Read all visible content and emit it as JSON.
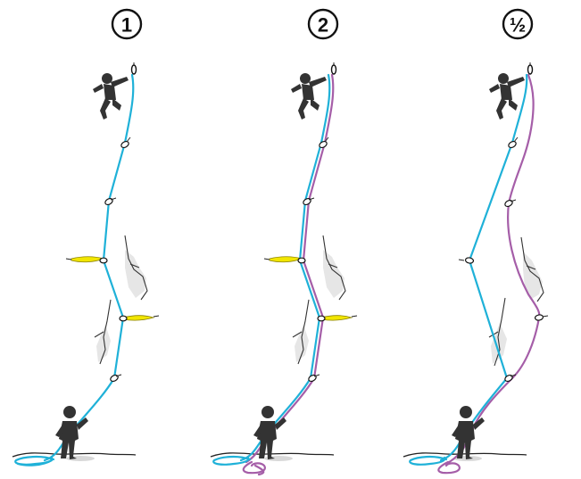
{
  "panels": [
    {
      "label": "1",
      "color_a": "#1fb1d8",
      "color_b": ""
    },
    {
      "label": "2",
      "color_a": "#1fb1d8",
      "color_b": "#a55ea8"
    },
    {
      "label": "½",
      "color_a": "#1fb1d8",
      "color_b": "#a55ea8"
    }
  ],
  "colors": {
    "rope_a": "#1fb1d8",
    "rope_b": "#a55ea8",
    "sling": "#f2e600",
    "climber": "#333333",
    "rock": "#e6e6e6"
  }
}
